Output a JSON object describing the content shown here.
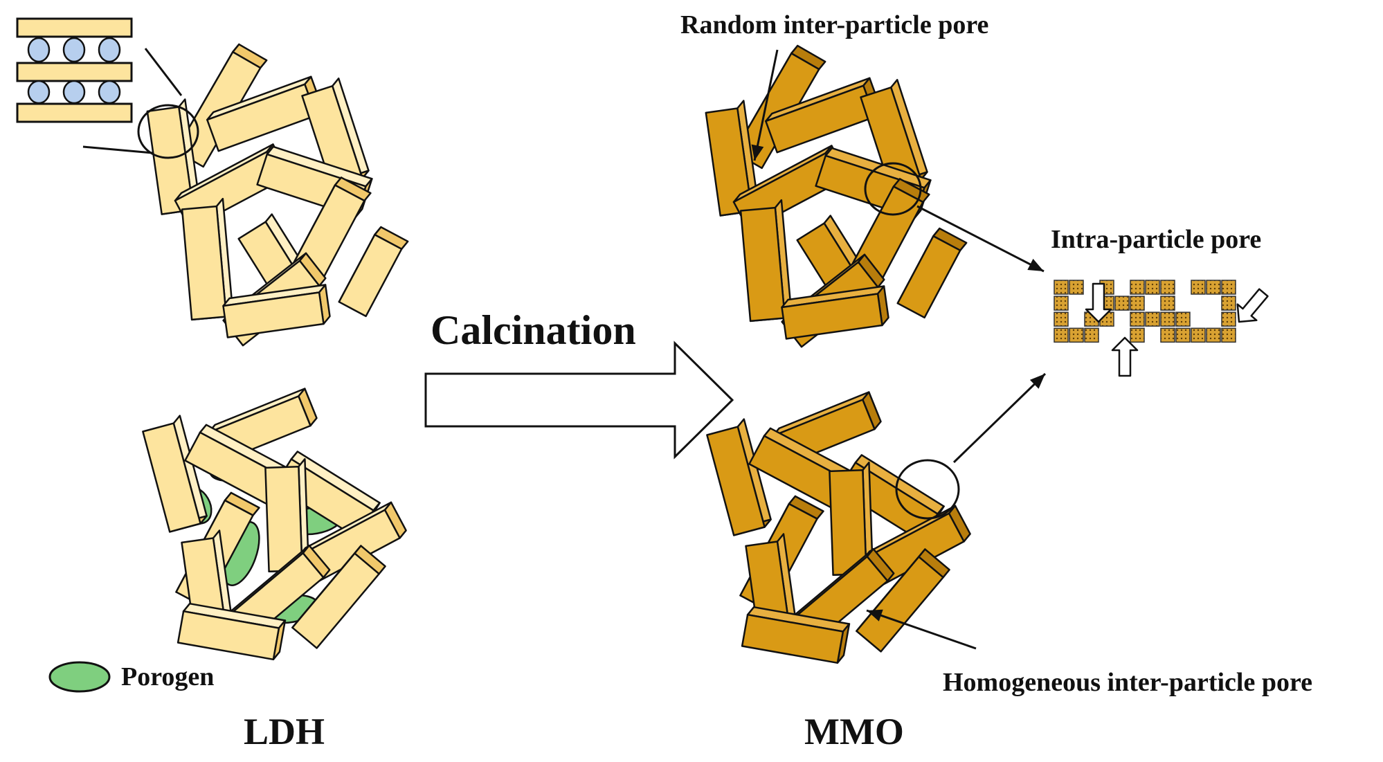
{
  "labels": {
    "random_pore": "Random inter-particle pore",
    "intra_pore": "Intra-particle pore",
    "homogeneous_pore": "Homogeneous inter-particle pore",
    "porogen": "Porogen",
    "calcination": "Calcination",
    "ldh": "LDH",
    "mmo": "MMO"
  },
  "colors": {
    "ldh_face": "#fde49e",
    "ldh_side": "#f1c86b",
    "ldh_top": "#fff0c4",
    "mmo_face": "#d99a15",
    "mmo_side": "#b87d0c",
    "mmo_top": "#e8b040",
    "porogen": "#7fcf7f",
    "interlayer_anion": "#b7cfee",
    "outline": "#111111"
  }
}
